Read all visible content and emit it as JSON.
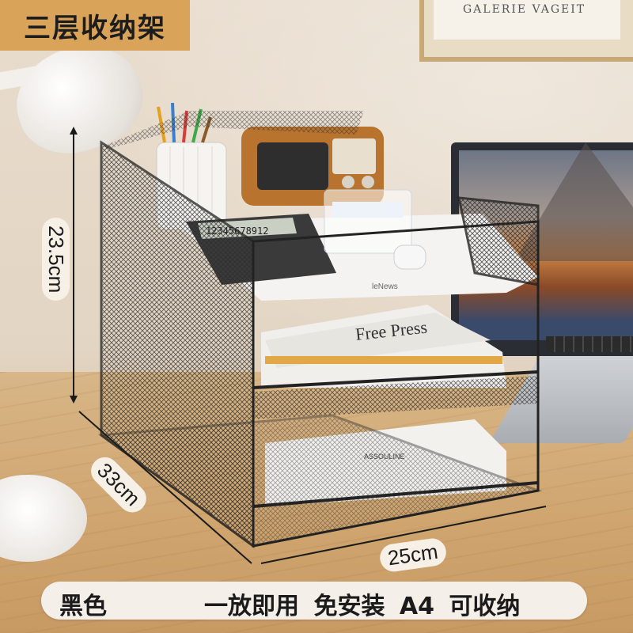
{
  "title": "三层收纳架",
  "dimensions": {
    "height": "23.5cm",
    "depth": "33cm",
    "width": "25cm"
  },
  "color_label": "黑色",
  "features_label": "一放即用 免安装 A4 可收纳",
  "poster_text": "GALERIE VAGEIT",
  "calculator_display": "12345678912",
  "items": {
    "newspaper_headline": "Free Press",
    "book_label": "ASSOULINE",
    "top_book_label": "leNews"
  }
}
